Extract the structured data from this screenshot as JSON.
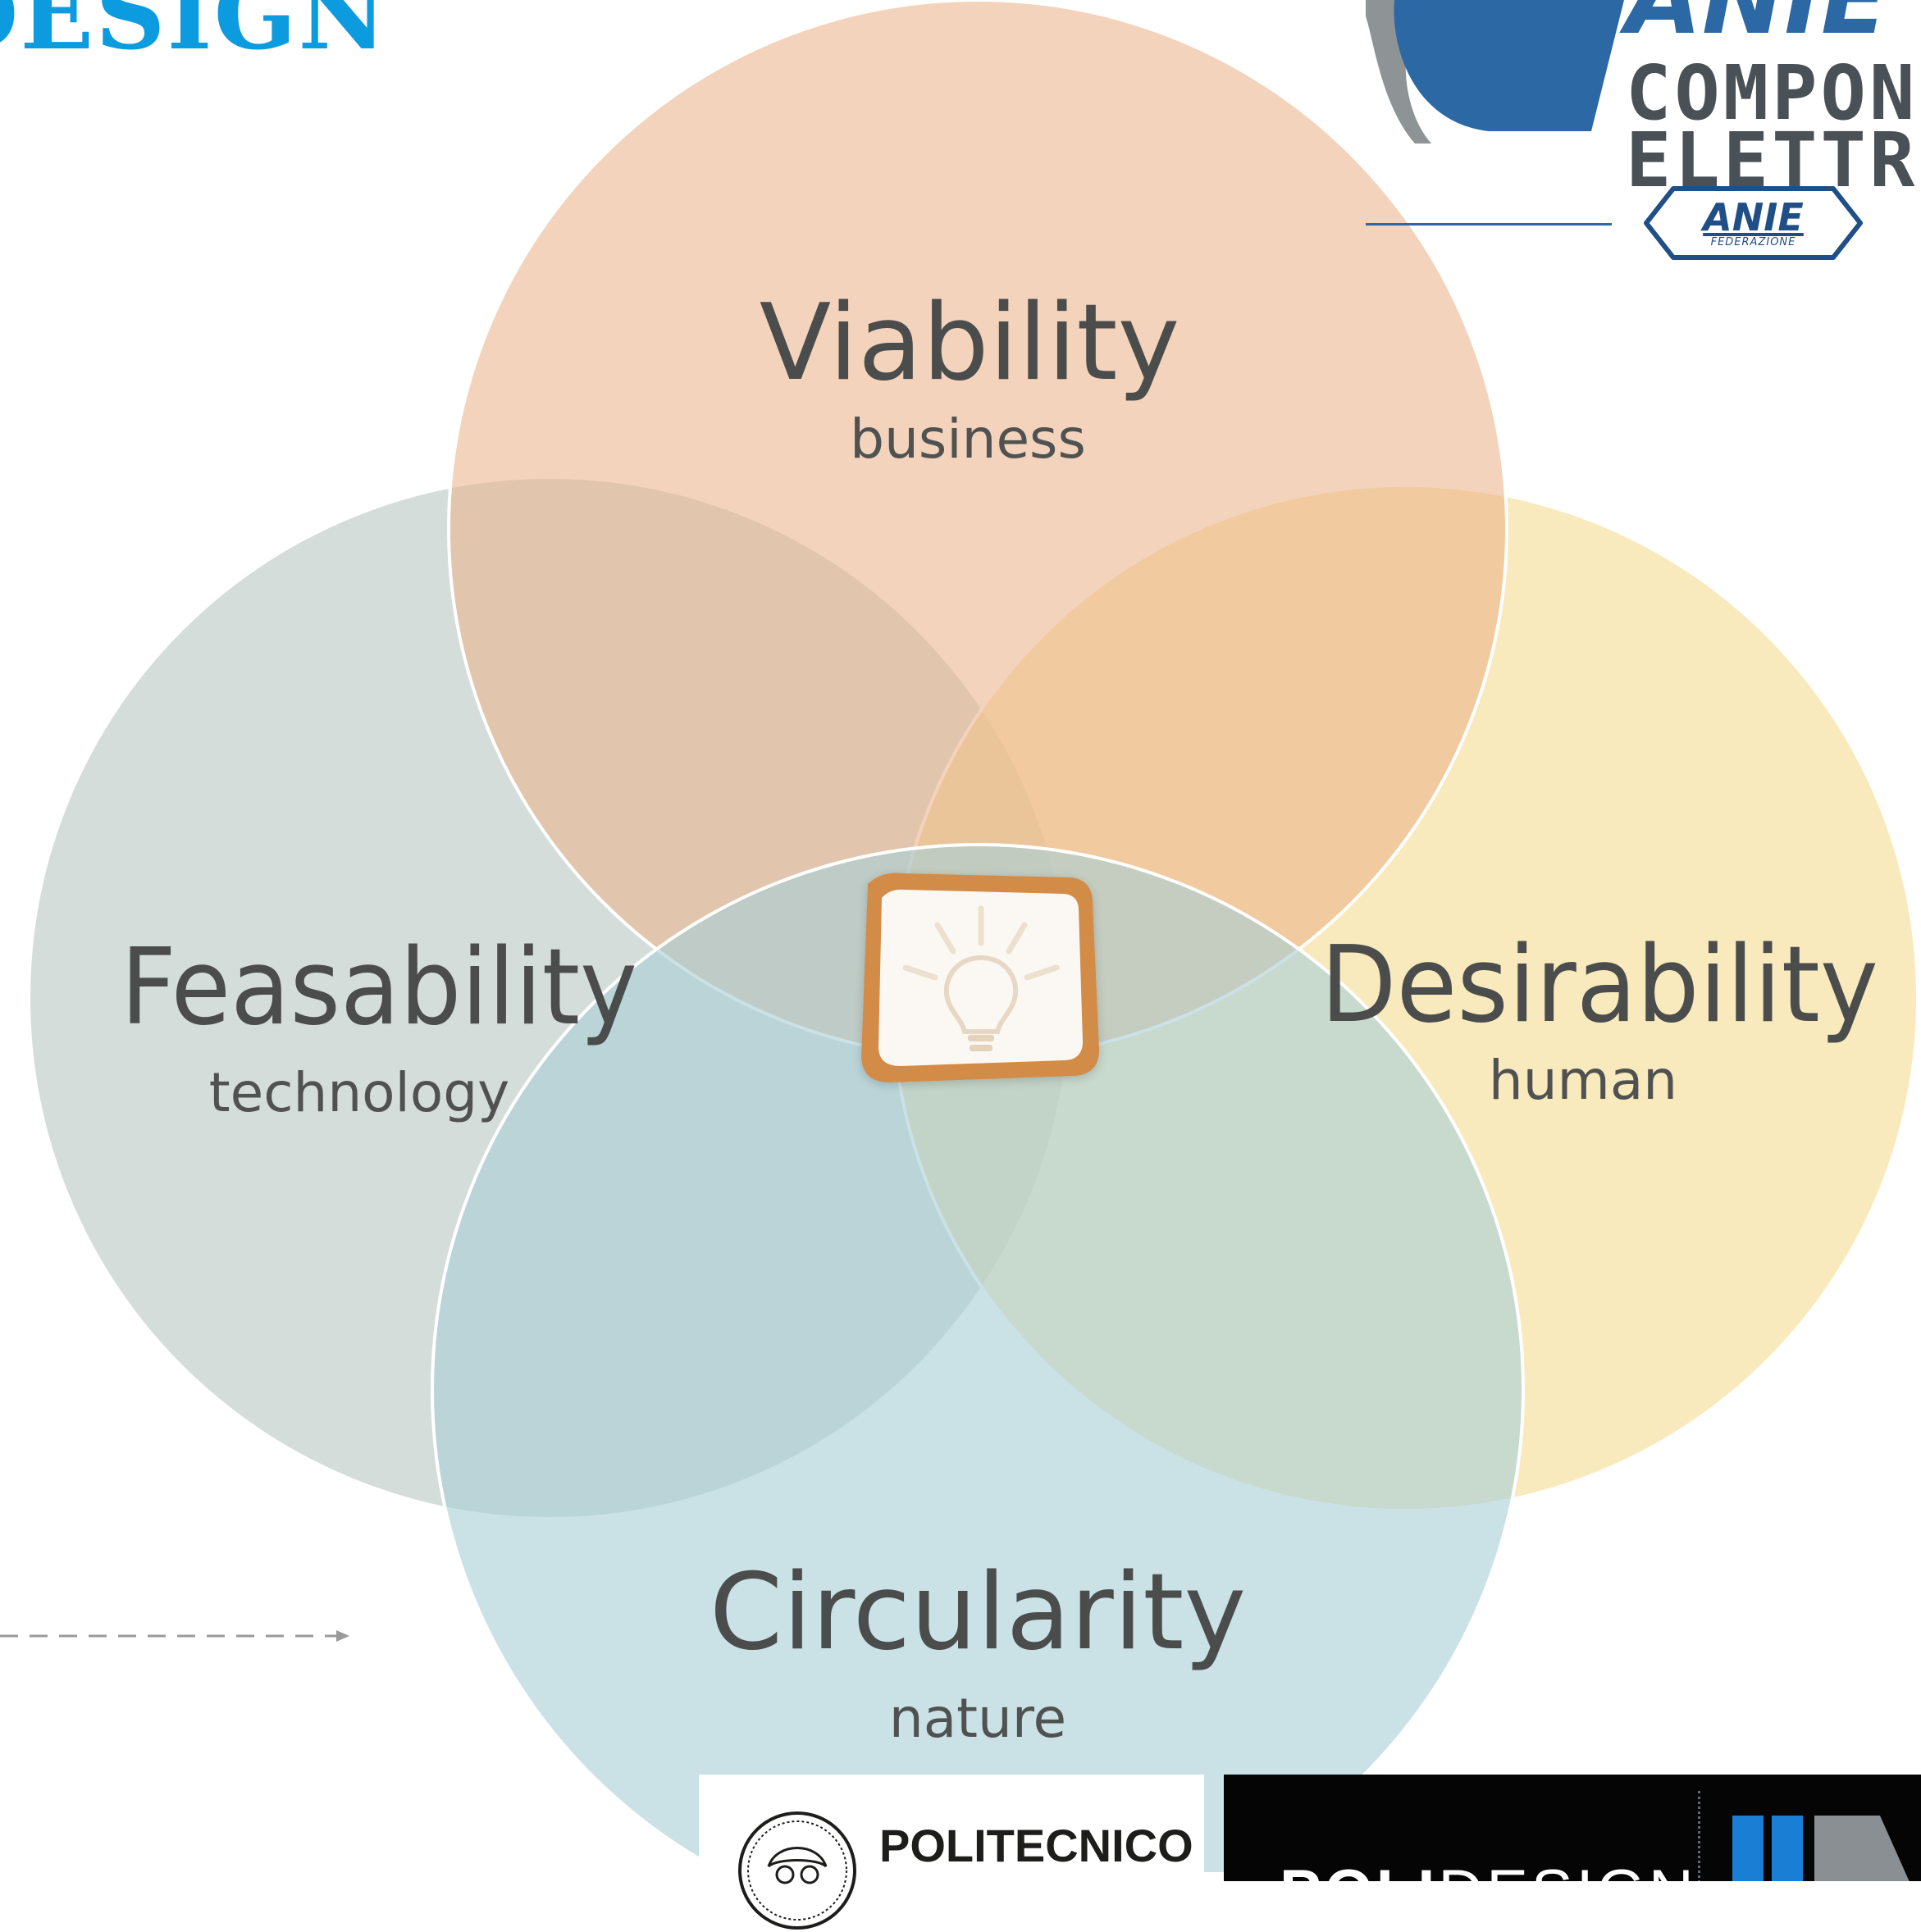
{
  "slide": {
    "title": "DESIGN"
  },
  "diagram": {
    "circles": [
      {
        "key": "viability",
        "label": "Viability",
        "sublabel": "business",
        "color": "#eab489"
      },
      {
        "key": "feasability",
        "label": "Feasability",
        "sublabel": "technology",
        "color": "#c5d0cd"
      },
      {
        "key": "desirability",
        "label": "Desirability",
        "sublabel": "human",
        "color": "#f5dd95"
      },
      {
        "key": "circularity",
        "label": "Circularity",
        "sublabel": "nature",
        "color": "#a9cfd7"
      }
    ],
    "center_icon": "lightbulb-icon"
  },
  "logos": {
    "anie": {
      "word": "ANIE",
      "line1": "COMPON",
      "line2": "ELETTRO",
      "badge_name": "ANIE",
      "badge_sub": "FEDERAZIONE",
      "color": "#2c68a3"
    },
    "politecnico": {
      "name": "POLITECNICO"
    },
    "polidesign": {
      "bold": "POLI",
      "light": "DESIGN"
    }
  }
}
